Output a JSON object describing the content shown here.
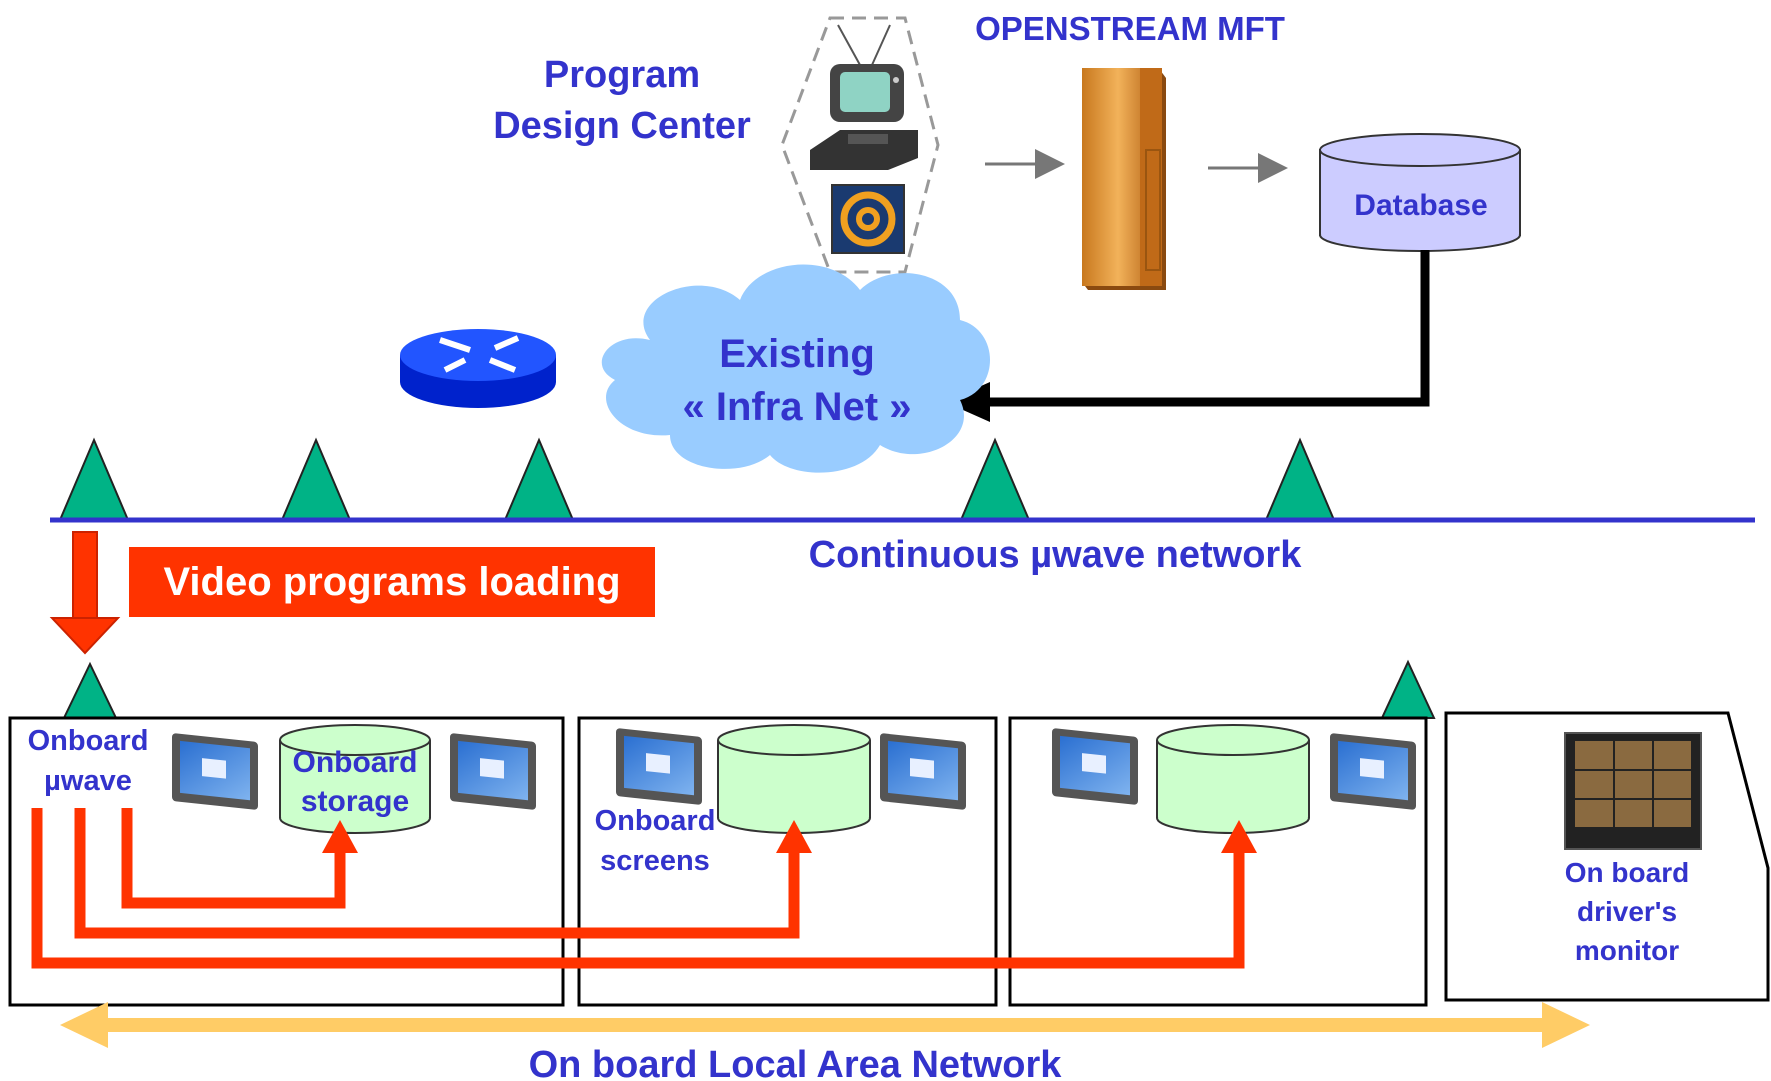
{
  "labels": {
    "openstream_mft": "OPENSTREAM MFT",
    "program_line1": "Program",
    "program_line2": "Design Center",
    "database": "Database",
    "existing": "Existing",
    "infra_net": "« Infra Net »",
    "continuous_network": "Continuous µwave network",
    "video_loading": "Video programs loading",
    "onboard_uwave_1": "Onboard",
    "onboard_uwave_2": "µwave",
    "onboard_storage_1": "Onboard",
    "onboard_storage_2": "storage",
    "onboard_screens_1": "Onboard",
    "onboard_screens_2": "screens",
    "driver_1": "On board",
    "driver_2": "driver's",
    "driver_3": "monitor",
    "lan": "On board Local Area Network"
  },
  "colors": {
    "blue_text": "#3333cc",
    "network_line": "#3333cc",
    "antenna": "#00b386",
    "red_arrow": "#ff3300",
    "banner": "#ff3300",
    "storage_fill": "#ccffcc",
    "database_fill": "#ccccff",
    "cloud": "#99ccff",
    "lan_arrow": "#ffcc66",
    "router": "#0033ff"
  },
  "icons": [
    "tv-icon",
    "settop-box-icon",
    "at-sign-icon",
    "server-tower-icon",
    "router-icon",
    "screen-icon",
    "monitor-icon"
  ]
}
